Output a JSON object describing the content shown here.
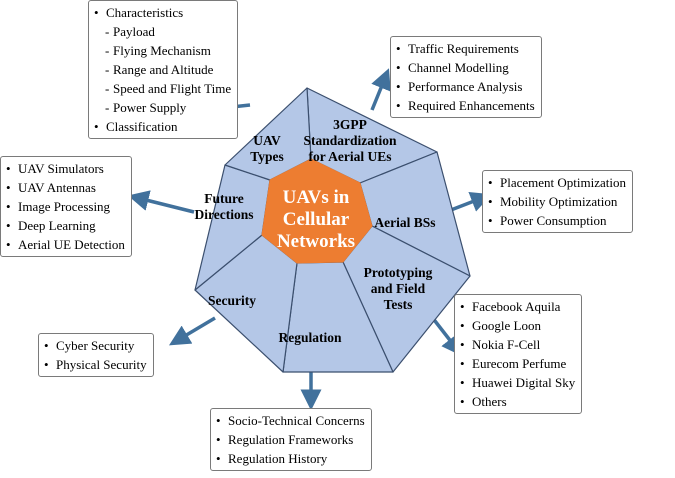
{
  "center": {
    "lines": [
      "UAVs in",
      "Cellular",
      "Networks"
    ],
    "color": "#ed7d31"
  },
  "colors": {
    "segment_fill": "#b4c7e7",
    "segment_stroke": "#3b4f6e",
    "arrow": "#41719c"
  },
  "segments": [
    {
      "id": "uav-types",
      "lines": [
        "UAV",
        "Types"
      ]
    },
    {
      "id": "3gpp",
      "lines": [
        "3GPP",
        "Standardization",
        "for Aerial UEs"
      ]
    },
    {
      "id": "aerial-bss",
      "lines": [
        "Aerial BSs"
      ]
    },
    {
      "id": "prototyping",
      "lines": [
        "Prototyping",
        "and Field",
        "Tests"
      ]
    },
    {
      "id": "regulation",
      "lines": [
        "Regulation"
      ]
    },
    {
      "id": "security",
      "lines": [
        "Security"
      ]
    },
    {
      "id": "future-directions",
      "lines": [
        "Future",
        "Directions"
      ]
    }
  ],
  "boxes": {
    "uav_types": [
      {
        "text": "Characteristics"
      },
      {
        "text": "Payload",
        "sub": true
      },
      {
        "text": "Flying Mechanism",
        "sub": true
      },
      {
        "text": "Range and Altitude",
        "sub": true
      },
      {
        "text": "Speed and Flight Time",
        "sub": true
      },
      {
        "text": "Power Supply",
        "sub": true
      },
      {
        "text": "Classification"
      }
    ],
    "standardization": [
      {
        "text": "Traffic Requirements"
      },
      {
        "text": "Channel Modelling"
      },
      {
        "text": "Performance Analysis"
      },
      {
        "text": "Required Enhancements"
      }
    ],
    "aerial_bss": [
      {
        "text": "Placement Optimization"
      },
      {
        "text": "Mobility Optimization"
      },
      {
        "text": "Power Consumption"
      }
    ],
    "prototyping": [
      {
        "text": "Facebook Aquila"
      },
      {
        "text": "Google Loon"
      },
      {
        "text": "Nokia F-Cell"
      },
      {
        "text": "Eurecom Perfume"
      },
      {
        "text": "Huawei Digital Sky"
      },
      {
        "text": "Others"
      }
    ],
    "regulation": [
      {
        "text": "Socio-Technical Concerns"
      },
      {
        "text": "Regulation Frameworks"
      },
      {
        "text": "Regulation History"
      }
    ],
    "security": [
      {
        "text": "Cyber Security"
      },
      {
        "text": "Physical Security"
      }
    ],
    "future": [
      {
        "text": "UAV Simulators"
      },
      {
        "text": "UAV Antennas"
      },
      {
        "text": "Image Processing"
      },
      {
        "text": "Deep Learning"
      },
      {
        "text": "Aerial UE Detection"
      }
    ]
  }
}
